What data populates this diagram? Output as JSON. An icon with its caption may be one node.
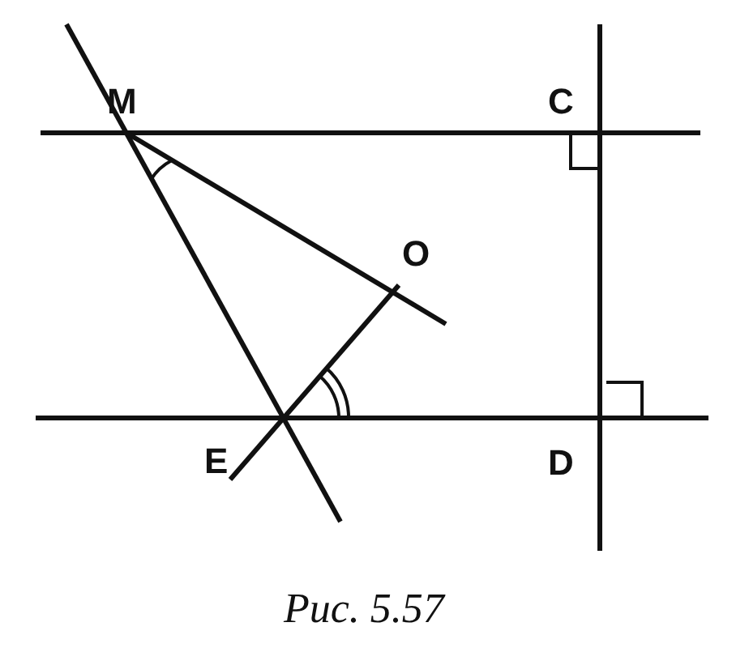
{
  "diagram": {
    "caption": "Рис. 5.57",
    "labels": [
      "M",
      "C",
      "O",
      "E",
      "D"
    ]
  }
}
